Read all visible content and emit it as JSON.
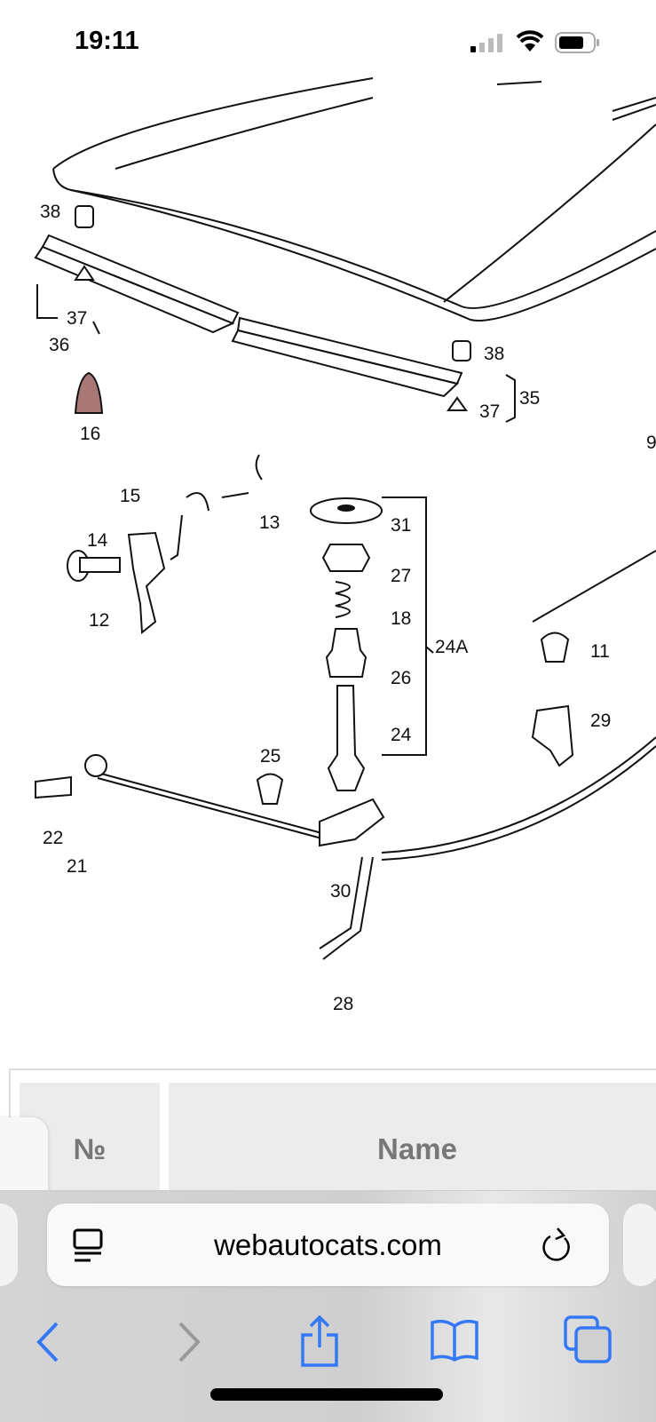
{
  "status_bar": {
    "time": "19:11",
    "icons": [
      "cellular-signal-icon",
      "wifi-icon",
      "battery-icon"
    ]
  },
  "diagram": {
    "callouts": [
      "38",
      "37",
      "36",
      "16",
      "38",
      "37",
      "35",
      "15",
      "13",
      "14",
      "12",
      "31",
      "27",
      "18",
      "24A",
      "26",
      "24",
      "11",
      "29",
      "25",
      "22",
      "21",
      "30",
      "28",
      "9"
    ]
  },
  "table": {
    "headers": [
      "№",
      "Name"
    ]
  },
  "browser": {
    "url": "webautocats.com",
    "icons": [
      "reader-icon",
      "reload-icon",
      "back-icon",
      "forward-icon",
      "share-icon",
      "bookmarks-icon",
      "tabs-icon"
    ],
    "accent": "#3478f6"
  }
}
